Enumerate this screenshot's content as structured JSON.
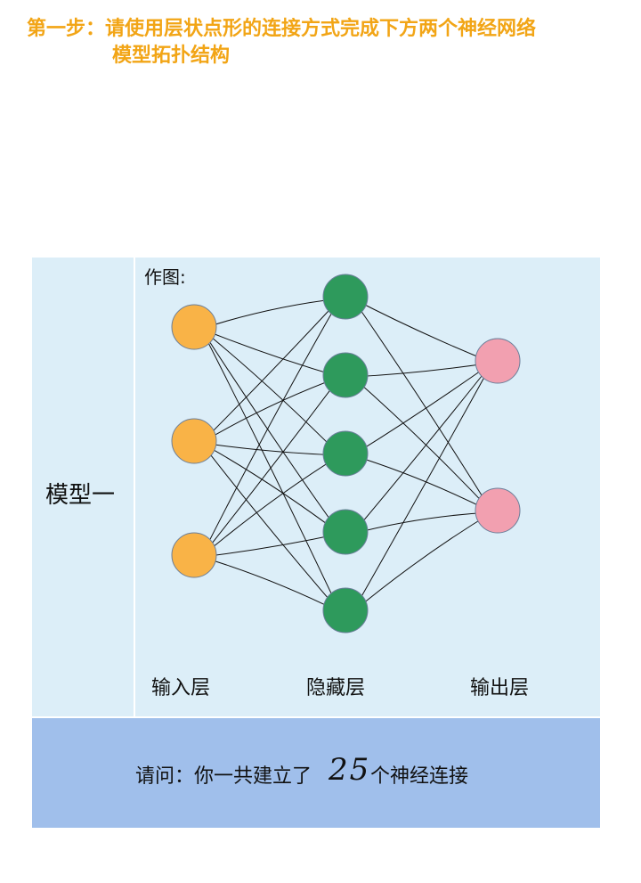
{
  "heading": {
    "line1": "第一步：请使用层状点形的连接方式完成下方两个神经网络",
    "line2": "模型拓扑结构"
  },
  "model": {
    "label": "模型一",
    "drawing_prompt": "作图:",
    "layers": [
      {
        "name": "输入层",
        "nodes": 3,
        "color": "#f9b347"
      },
      {
        "name": "隐藏层",
        "nodes": 5,
        "color": "#2e9a5c"
      },
      {
        "name": "输出层",
        "nodes": 2,
        "color": "#f2a0b0"
      }
    ]
  },
  "question": {
    "prefix": "请问：你一共建立了",
    "answer": "25",
    "suffix": "个神经连接"
  },
  "colors": {
    "heading": "#f2a516",
    "card_bg": "#dceef8",
    "question_bg": "#a0bfeb",
    "stroke": "#111111"
  }
}
